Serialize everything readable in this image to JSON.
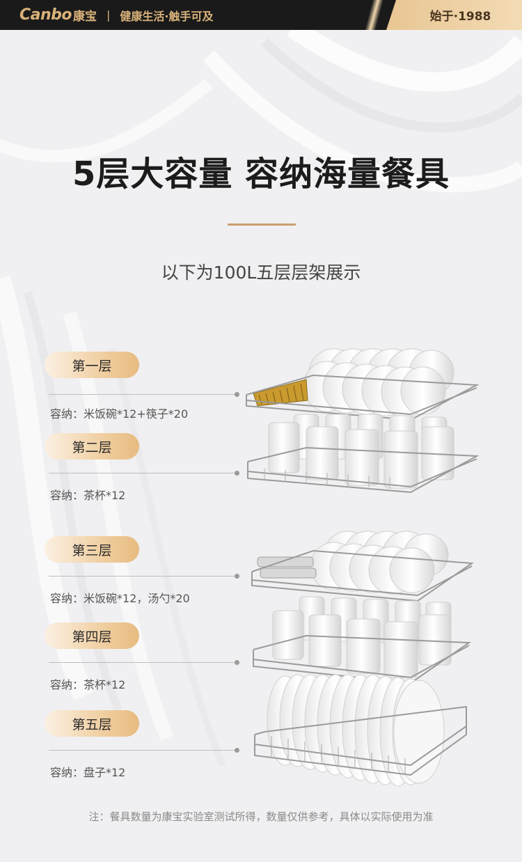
{
  "header": {
    "brand_latin": "Canbo",
    "brand_cn": "康宝",
    "divider": "|",
    "slogan": "健康生活·触手可及",
    "since": "始于·1988"
  },
  "title": "5层大容量 容纳海量餐具",
  "subtitle": "以下为100L五层层架展示",
  "layers": [
    {
      "name": "第一层",
      "capacity": "容纳：米饭碗*12+筷子*20"
    },
    {
      "name": "第二层",
      "capacity": "容纳：茶杯*12"
    },
    {
      "name": "第三层",
      "capacity": "容纳：米饭碗*12，汤勺*20"
    },
    {
      "name": "第四层",
      "capacity": "容纳：茶杯*12"
    },
    {
      "name": "第五层",
      "capacity": "容纳：盘子*12"
    }
  ],
  "note": "注：餐具数量为康宝实验室测试所得，数量仅供参考，具体以实际使用为准",
  "colors": {
    "header_bg": "#1a1a1a",
    "brand_gold": "#d9b27a",
    "accent_line": "#c9a070",
    "pill_gradient_end": "#e8bb80"
  }
}
